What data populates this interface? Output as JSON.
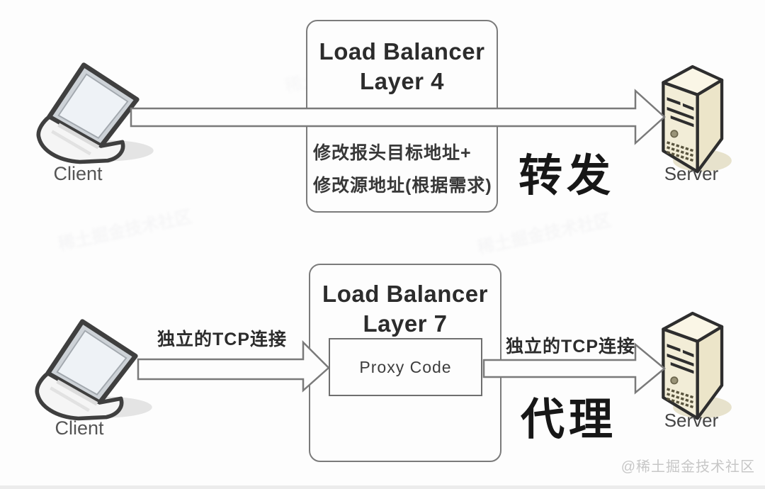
{
  "colors": {
    "outline_gray": "#7b7b7b",
    "text_dark": "#2c2c2c",
    "mode_text": "#171717",
    "server_fill": "#f2edd7",
    "laptop_fill": "#f5f5f5",
    "watermark_gray": "#c7c7c7",
    "background": "#fdfdfd"
  },
  "icons": {
    "client": "laptop-icon",
    "server": "server-tower-icon"
  },
  "top": {
    "client_label": "Client",
    "server_label": "Server",
    "lb_title_line1": "Load Balancer",
    "lb_title_line2": "Layer 4",
    "note_line1": "修改报头目标地址+",
    "note_line2": "修改源地址(根据需求)",
    "mode_label": "转发"
  },
  "bottom": {
    "client_label": "Client",
    "server_label": "Server",
    "lb_title_line1": "Load Balancer",
    "lb_title_line2": "Layer 7",
    "proxy_label": "Proxy Code",
    "tcp_label_left": "独立的TCP连接",
    "tcp_label_right": "独立的TCP连接",
    "mode_label": "代理"
  },
  "watermark": {
    "corner_text": "@稀土掘金技术社区",
    "faint_text": "稀土掘金技术社区"
  }
}
